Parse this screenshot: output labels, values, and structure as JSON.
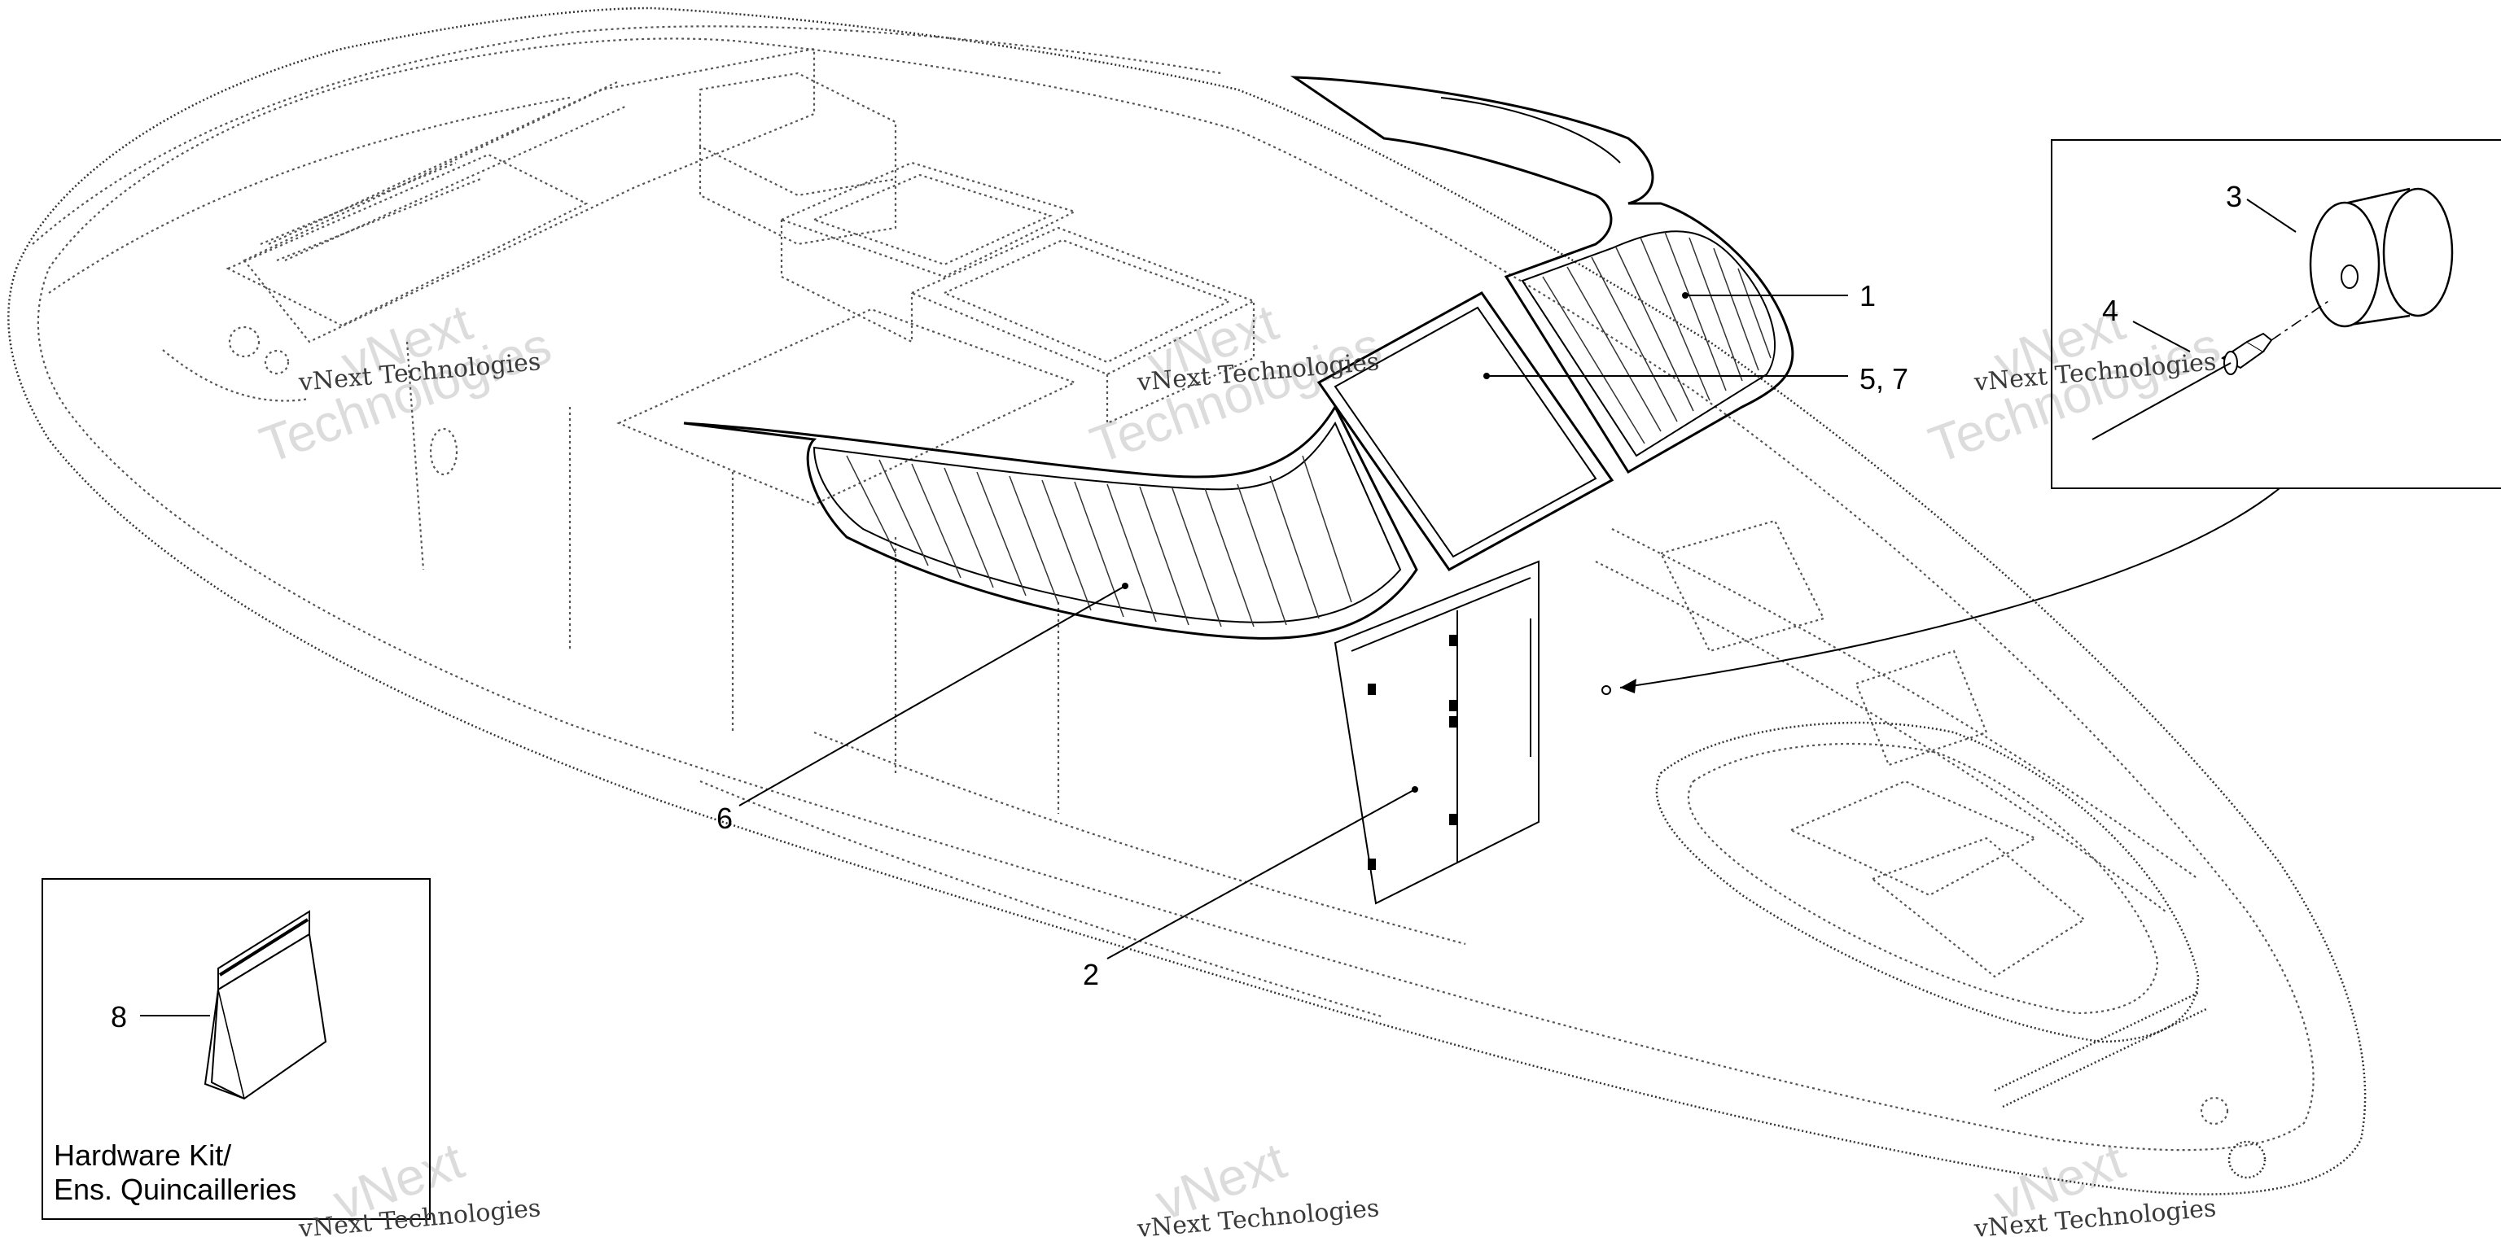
{
  "diagram": {
    "callouts": [
      {
        "id": "c1",
        "text": "1"
      },
      {
        "id": "c57",
        "text": "5, 7"
      },
      {
        "id": "c3",
        "text": "3"
      },
      {
        "id": "c4",
        "text": "4"
      },
      {
        "id": "c6",
        "text": "6"
      },
      {
        "id": "c2",
        "text": "2"
      },
      {
        "id": "c8",
        "text": "8"
      }
    ],
    "kit_box": {
      "line1": "Hardware Kit/",
      "line2": "Ens. Quincailleries"
    },
    "watermarks": {
      "big_line1": "vNext",
      "big_line2": "Technologies",
      "small": "vNext Technologies"
    }
  }
}
